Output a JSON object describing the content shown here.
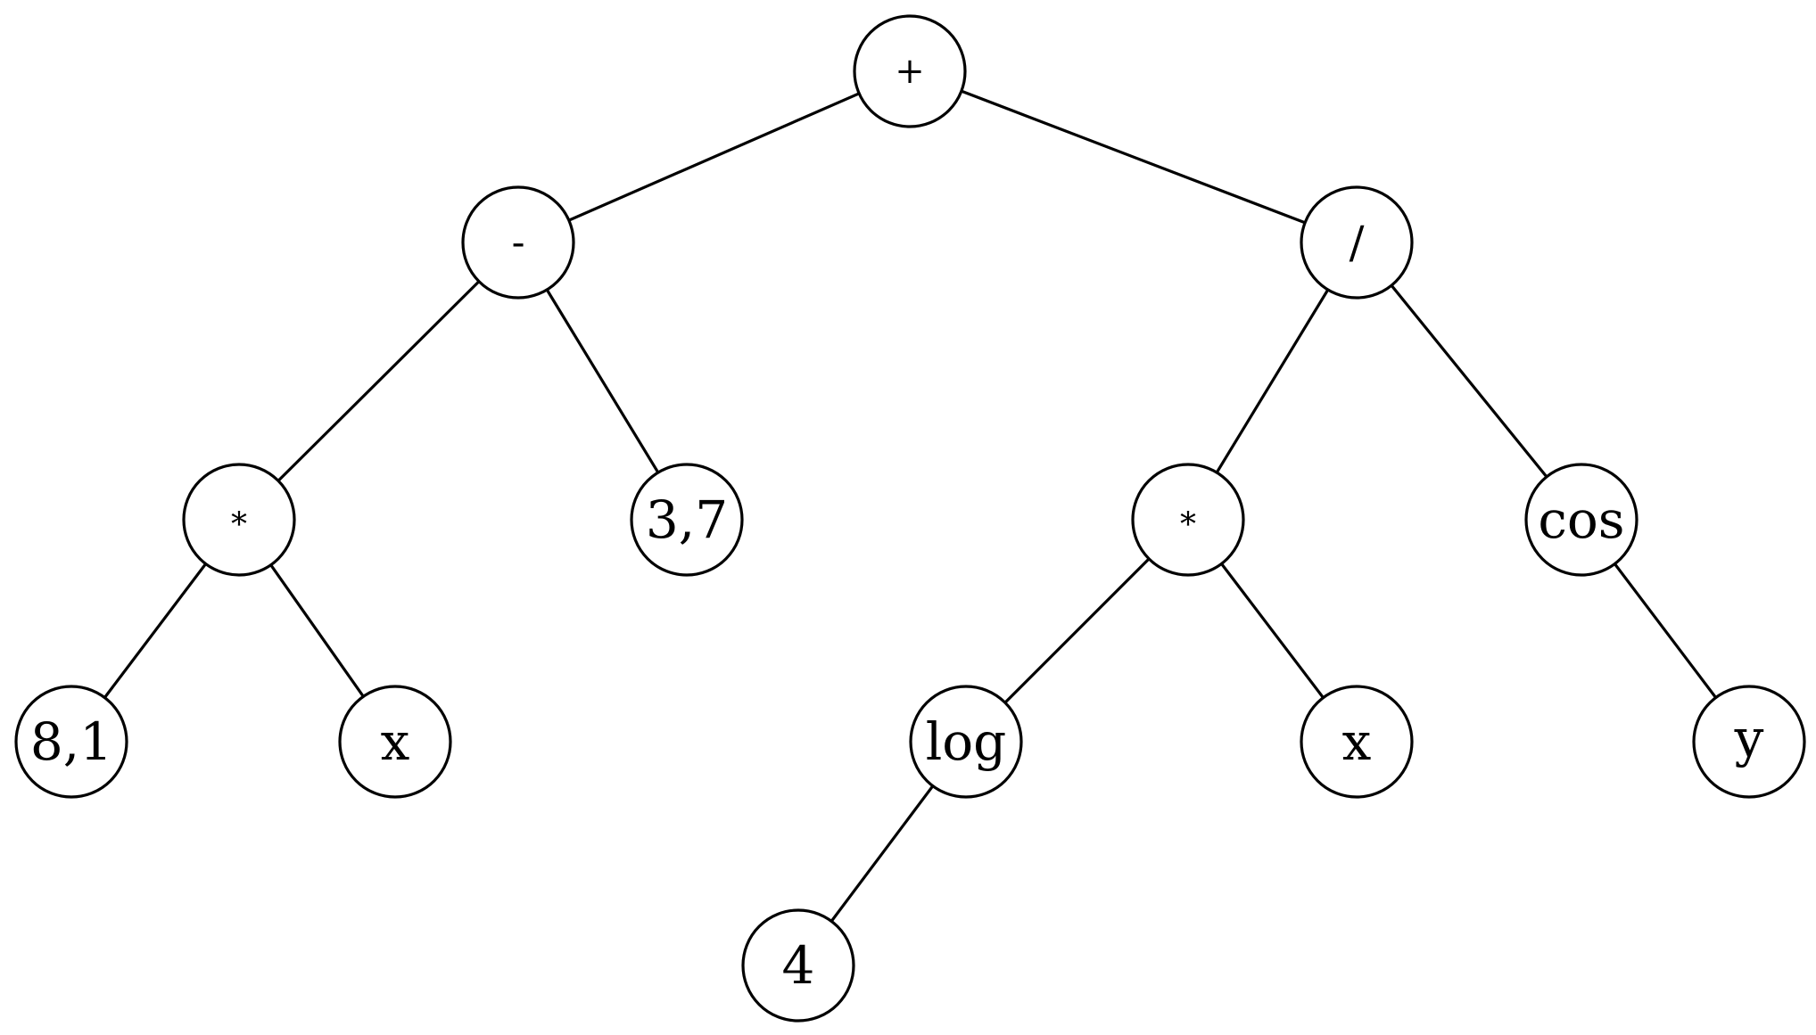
{
  "tree": {
    "nodes": [
      {
        "id": "plus",
        "label": "+",
        "parent": null
      },
      {
        "id": "minus",
        "label": "-",
        "parent": "plus"
      },
      {
        "id": "divide",
        "label": "/",
        "parent": "plus"
      },
      {
        "id": "mul-left",
        "label": "*",
        "parent": "minus"
      },
      {
        "id": "const-37",
        "label": "3,7",
        "parent": "minus"
      },
      {
        "id": "const-81",
        "label": "8,1",
        "parent": "mul-left"
      },
      {
        "id": "var-x-left",
        "label": "x",
        "parent": "mul-left"
      },
      {
        "id": "mul-right",
        "label": "*",
        "parent": "divide"
      },
      {
        "id": "cos",
        "label": "cos",
        "parent": "divide"
      },
      {
        "id": "log",
        "label": "log",
        "parent": "mul-right"
      },
      {
        "id": "var-x-right",
        "label": "x",
        "parent": "mul-right"
      },
      {
        "id": "const-4",
        "label": "4",
        "parent": "log"
      },
      {
        "id": "var-y",
        "label": "y",
        "parent": "cos"
      }
    ]
  },
  "colors": {
    "stroke": "#000000",
    "fill": "#ffffff",
    "background": "#ffffff"
  }
}
